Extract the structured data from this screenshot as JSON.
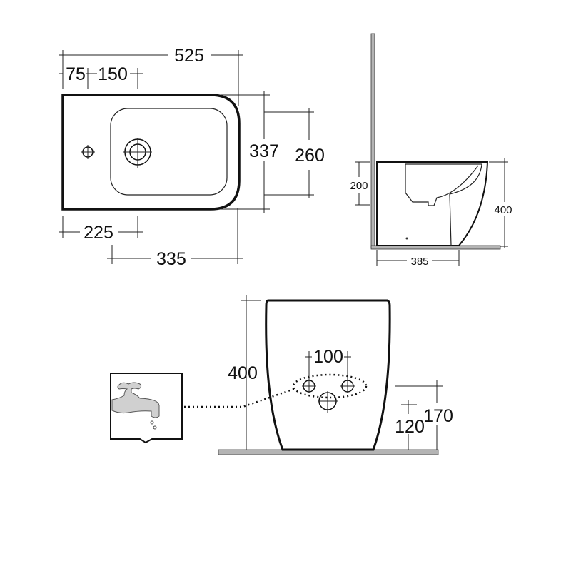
{
  "top_view": {
    "overall_length": "525",
    "tap_hole_offset": "75",
    "tap_to_drain": "150",
    "drain_position": "225",
    "bowl_length": "335",
    "overall_width": "337",
    "bowl_width": "260"
  },
  "side_view": {
    "inlet_height": "200",
    "overall_height": "400",
    "depth": "385"
  },
  "front_view": {
    "overall_height": "400",
    "supply_spacing": "100",
    "waste_height": "120",
    "supply_height": "170"
  },
  "colors": {
    "line": "#111111",
    "floor": "#b4b4b4"
  },
  "icons": [
    "faucet-icon"
  ]
}
